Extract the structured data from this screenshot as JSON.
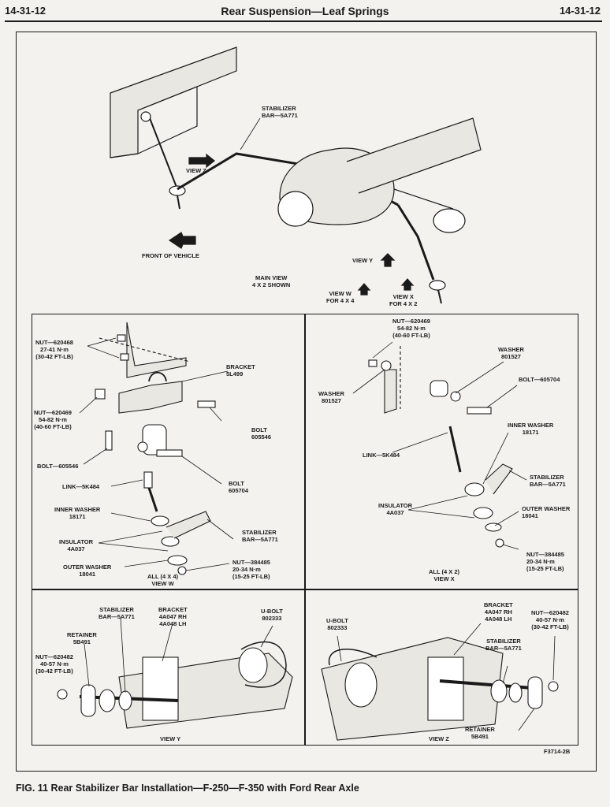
{
  "header": {
    "page_left": "14-31-12",
    "title": "Rear Suspension—Leaf Springs",
    "page_right": "14-31-12"
  },
  "main_view": {
    "stabilizer_bar": "STABILIZER\nBAR—5A771",
    "view_z": "VIEW Z",
    "front_of_vehicle": "FRONT OF VEHICLE",
    "view_y": "VIEW Y",
    "main_view_caption": "MAIN VIEW\n4 X 2 SHOWN",
    "view_w_4x4": "VIEW W\nFOR 4 X 4",
    "view_x_4x2": "VIEW X\nFOR 4 X 2"
  },
  "view_w": {
    "nut_620468": "NUT—620468\n27-41 N·m\n(30-42 FT-LB)",
    "bracket": "BRACKET\n5L499",
    "nut_620469": "NUT—620469\n54-82 N·m\n(40-60 FT-LB)",
    "bolt_605546": "BOLT\n605546",
    "bolt_605546_side": "BOLT—605546",
    "bolt_605704": "BOLT\n605704",
    "link": "LINK—5K484",
    "inner_washer": "INNER WASHER\n18171",
    "stabilizer_bar": "STABILIZER\nBAR—5A771",
    "insulator": "INSULATOR\n4A037",
    "outer_washer": "OUTER WASHER\n18041",
    "nut_384485": "NUT—384485\n20-34 N·m\n(15-25 FT-LB)",
    "caption": "ALL (4 X 4)\nVIEW W"
  },
  "view_x": {
    "nut_620469": "NUT—620469\n54-82 N·m\n(40-60 FT-LB)",
    "washer_right": "WASHER\n801527",
    "washer_left": "WASHER\n801527",
    "bolt_605704": "BOLT—605704",
    "inner_washer": "INNER WASHER\n18171",
    "link": "LINK—5K484",
    "stabilizer_bar": "STABILIZER\nBAR—5A771",
    "insulator": "INSULATOR\n4A037",
    "outer_washer": "OUTER WASHER\n18041",
    "nut_384485": "NUT—384485\n20-34 N·m\n(15-25 FT-LB)",
    "caption": "ALL (4 X 2)\nVIEW X"
  },
  "view_y": {
    "stabilizer_bar": "STABILIZER\nBAR—5A771",
    "bracket": "BRACKET\n4A047 RH\n4A048 LH",
    "ubolt": "U-BOLT\n802333",
    "retainer": "RETAINER\n5B491",
    "nut_620482": "NUT—620482\n40-57 N·m\n(30-42 FT-LB)",
    "caption": "VIEW Y"
  },
  "view_z": {
    "ubolt": "U-BOLT\n802333",
    "bracket": "BRACKET\n4A047 RH\n4A048 LH",
    "nut_620482": "NUT—620482\n40-57 N·m\n(30-42 FT-LB)",
    "stabilizer_bar": "STABILIZER\nBAR—5A771",
    "retainer": "RETAINER\n5B491",
    "caption": "VIEW Z"
  },
  "figure_number": "F3714-2B",
  "figure_caption": "FIG. 11  Rear Stabilizer Bar Installation—F-250—F-350 with Ford Rear Axle",
  "colors": {
    "ink": "#1a1a1a",
    "paper": "#f3f2ee"
  }
}
